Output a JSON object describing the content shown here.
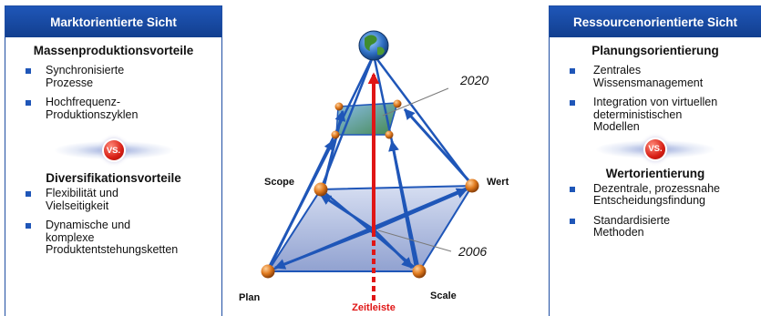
{
  "left_panel": {
    "header": "Marktorientierte Sicht",
    "section1": {
      "title": "Massenproduktionsvorteile",
      "items": [
        [
          "Synchronisierte",
          "Prozesse"
        ],
        [
          "Hochfrequenz-",
          "Produktionszyklen"
        ]
      ]
    },
    "vs": "VS.",
    "section2": {
      "title": "Diversifikationsvorteile",
      "items": [
        [
          "Flexibilität und",
          "Vielseitigkeit"
        ],
        [
          "Dynamische und",
          "komplexe",
          "Produktentstehungsketten"
        ]
      ]
    }
  },
  "right_panel": {
    "header": "Ressourcenorientierte Sicht",
    "section1": {
      "title": "Planungsorientierung",
      "items": [
        [
          "Zentrales",
          "Wissensmanagement"
        ],
        [
          "Integration von virtuellen",
          "deterministischen",
          "Modellen"
        ]
      ]
    },
    "vs": "VS.",
    "section2": {
      "title": "Wertorientierung",
      "items": [
        [
          "Dezentrale, prozessnahe",
          "Entscheidungsfindung"
        ],
        [
          "Standardisierte",
          "Methoden"
        ]
      ]
    }
  },
  "diagram": {
    "labels": {
      "scope": "Scope",
      "wert": "Wert",
      "plan": "Plan",
      "scale": "Scale",
      "year_top": "2020",
      "year_bottom": "2006",
      "timeline": "Zeitleiste"
    },
    "colors": {
      "accent": "#1f4ea3",
      "timeline": "#e01616",
      "node": "#d9731c"
    },
    "icons": [
      "globe-icon"
    ]
  }
}
